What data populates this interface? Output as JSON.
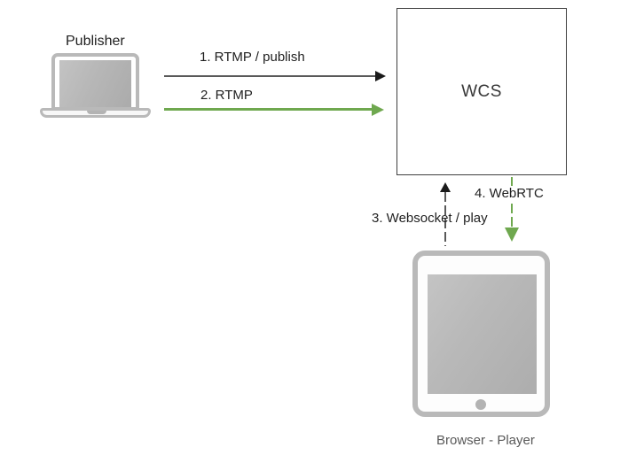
{
  "diagram": {
    "publisher": {
      "label": "Publisher",
      "icon": "laptop-icon"
    },
    "server": {
      "label": "WCS"
    },
    "player": {
      "label": "Browser - Player",
      "icon": "tablet-icon"
    },
    "arrows": [
      {
        "step": 1,
        "label": "1. RTMP / publish",
        "direction": "right",
        "style": "solid",
        "line_color": "#595959",
        "head_color": "#1a1a1a"
      },
      {
        "step": 2,
        "label": "2. RTMP",
        "direction": "right",
        "style": "solid",
        "line_color": "#6fa84f",
        "head_color": "#6fa84f"
      },
      {
        "step": 3,
        "label": "3. Websocket / play",
        "direction": "up",
        "style": "dashed",
        "line_color": "#595959",
        "head_color": "#1a1a1a"
      },
      {
        "step": 4,
        "label": "4. WebRTC",
        "direction": "down",
        "style": "dashed",
        "line_color": "#6fa84f",
        "head_color": "#6fa84f"
      }
    ],
    "colors": {
      "background": "#ffffff",
      "green_accent": "#6fa84f",
      "gray_line": "#595959",
      "device_border_gray": "#b9b9b9",
      "device_screen_gray": "#b3b3b3",
      "box_border": "#3f3f3f",
      "label_text": "#1f1f1f",
      "caption_text": "#595959"
    }
  }
}
